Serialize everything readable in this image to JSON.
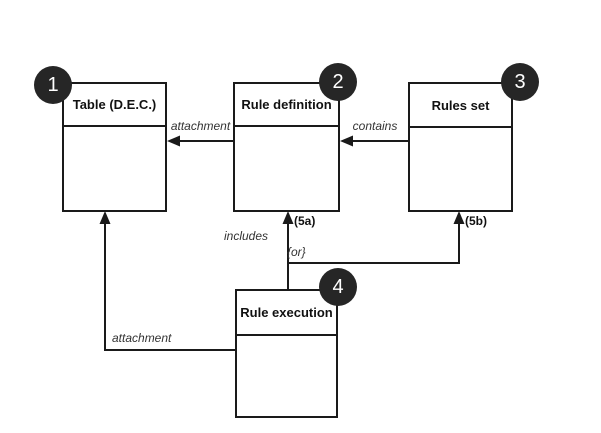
{
  "diagram": {
    "colors": {
      "background": "#ffffff",
      "line": "#1a1a1a",
      "badge_fill": "#262626",
      "badge_text": "#ffffff",
      "label_text": "#333333"
    },
    "boxes": [
      {
        "number": "1",
        "title": "Table (D.E.C.)"
      },
      {
        "number": "2",
        "title": "Rule definition"
      },
      {
        "number": "3",
        "title": "Rules set"
      },
      {
        "number": "4",
        "title": "Rule execution"
      }
    ],
    "edges": [
      {
        "label": "attachment",
        "from": "Rule definition",
        "to": "Table (D.E.C.)"
      },
      {
        "label": "contains",
        "from": "Rules set",
        "to": "Rule definition"
      },
      {
        "label": "includes",
        "tag": "(5a)",
        "from": "Rule execution",
        "to": "Rule definition"
      },
      {
        "label": "{or}",
        "tag": "(5b)",
        "from": "Rule execution",
        "to": "Rules set"
      },
      {
        "label": "attachment",
        "from": "Rule execution",
        "to": "Table (D.E.C.)"
      }
    ]
  }
}
